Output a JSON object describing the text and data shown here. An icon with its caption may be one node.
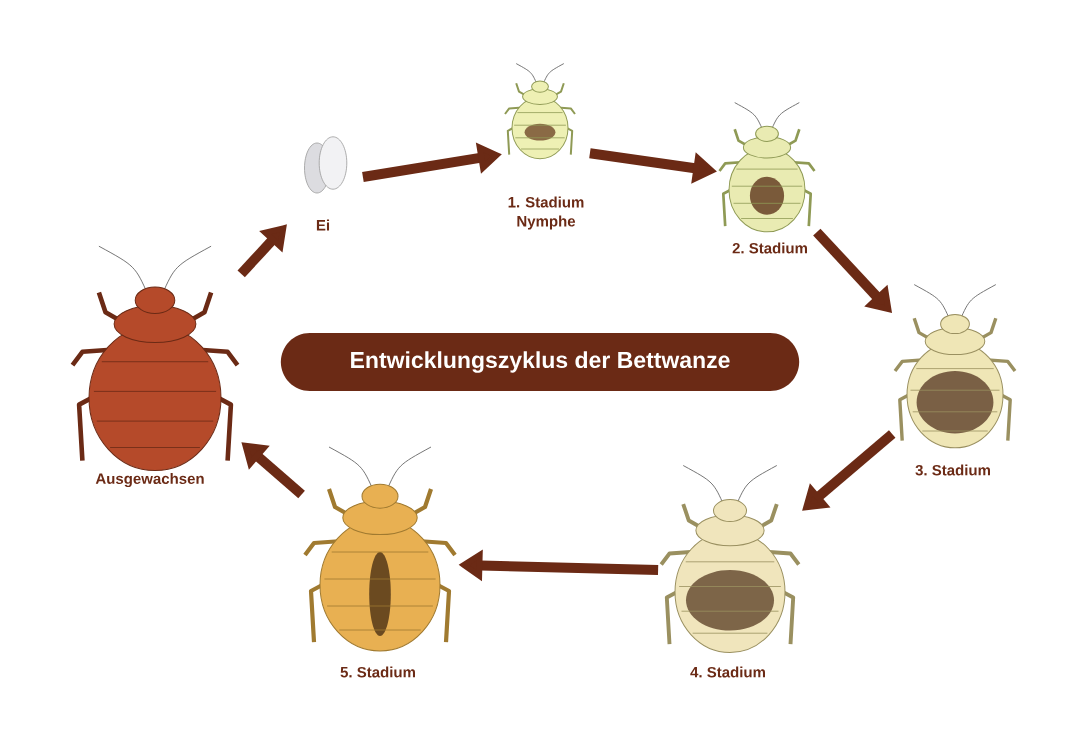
{
  "diagram": {
    "title": "Entwicklungszyklus der Bettwanze",
    "nodes": [
      {
        "text": [
          "Ei"
        ]
      },
      {
        "text": [
          "1. Stadium Nymphe"
        ]
      },
      {
        "text": [
          "2. Stadium"
        ]
      },
      {
        "text": [
          "3. Stadium"
        ]
      },
      {
        "text": [
          "4. Stadium"
        ]
      },
      {
        "text": [
          "5. Stadium"
        ]
      },
      {
        "text": [
          "Ausgewachsen"
        ]
      }
    ],
    "edges": [
      {
        "from": 0,
        "to": 1,
        "arrow": "to"
      },
      {
        "from": 1,
        "to": 2,
        "arrow": "to"
      },
      {
        "from": 2,
        "to": 3,
        "arrow": "to"
      },
      {
        "from": 3,
        "to": 4,
        "arrow": "to"
      },
      {
        "from": 4,
        "to": 5,
        "arrow": "to"
      },
      {
        "from": 5,
        "to": 6,
        "arrow": "to"
      },
      {
        "from": 6,
        "to": 0,
        "arrow": "to"
      }
    ]
  }
}
